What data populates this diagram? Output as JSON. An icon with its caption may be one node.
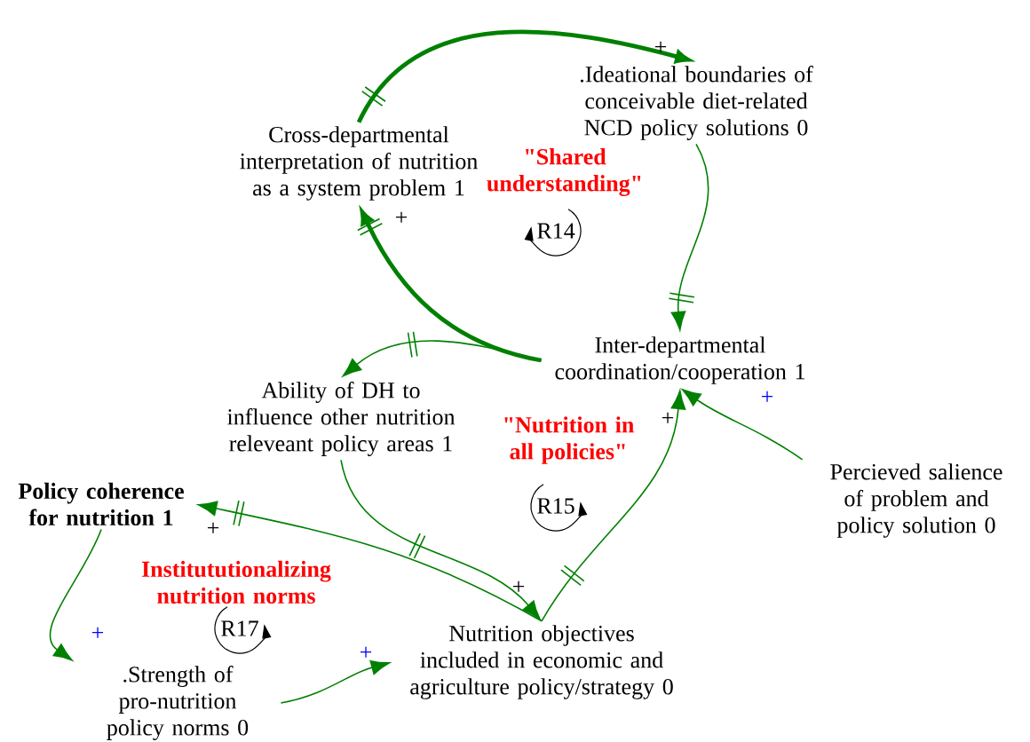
{
  "diagram": {
    "nodes": [
      {
        "text": [
          "Cross-departmental interpretation of nutrition as a system problem 1"
        ]
      },
      {
        "text": [
          ".Ideational boundaries of conceivable diet-related NCD policy solutions 0"
        ]
      },
      {
        "text": [
          "Inter-departmental coordination/cooperation 1"
        ]
      },
      {
        "text": [
          "Ability of DH to influence other nutrition releveant policy areas 1"
        ]
      },
      {
        "text": [
          "Percieved salience of problem and policy solution 0"
        ]
      },
      {
        "text": [
          "Policy coherence for nutrition 1"
        ]
      },
      {
        "text": [
          "Nutrition objectives included in economic and agriculture policy/strategy 0"
        ]
      },
      {
        "text": [
          ".Strength of pro-nutrition policy norms 0"
        ]
      }
    ],
    "edges": [
      {
        "from": 0,
        "to": 1,
        "arrow": "to",
        "label": "+",
        "style": "thick"
      },
      {
        "from": 1,
        "to": 2,
        "arrow": "to"
      },
      {
        "from": 2,
        "to": 0,
        "arrow": "to",
        "label": "+",
        "style": "thick"
      },
      {
        "from": 2,
        "to": 3,
        "arrow": "to"
      },
      {
        "from": 4,
        "to": 2,
        "arrow": "to",
        "label": "+"
      },
      {
        "from": 6,
        "to": 2,
        "arrow": "to",
        "label": "+"
      },
      {
        "from": 3,
        "to": 6,
        "arrow": "to",
        "label": "+"
      },
      {
        "from": 6,
        "to": 5,
        "arrow": "to",
        "label": "+"
      },
      {
        "from": 5,
        "to": 7,
        "arrow": "to",
        "label": "+"
      },
      {
        "from": 7,
        "to": 6,
        "arrow": "to",
        "label": "+"
      }
    ],
    "labels": [
      "\"Shared understanding\"",
      "R14",
      "\"Nutrition in all policies\"",
      "R15",
      "Institututionalizing nutrition norms",
      "R17"
    ]
  }
}
